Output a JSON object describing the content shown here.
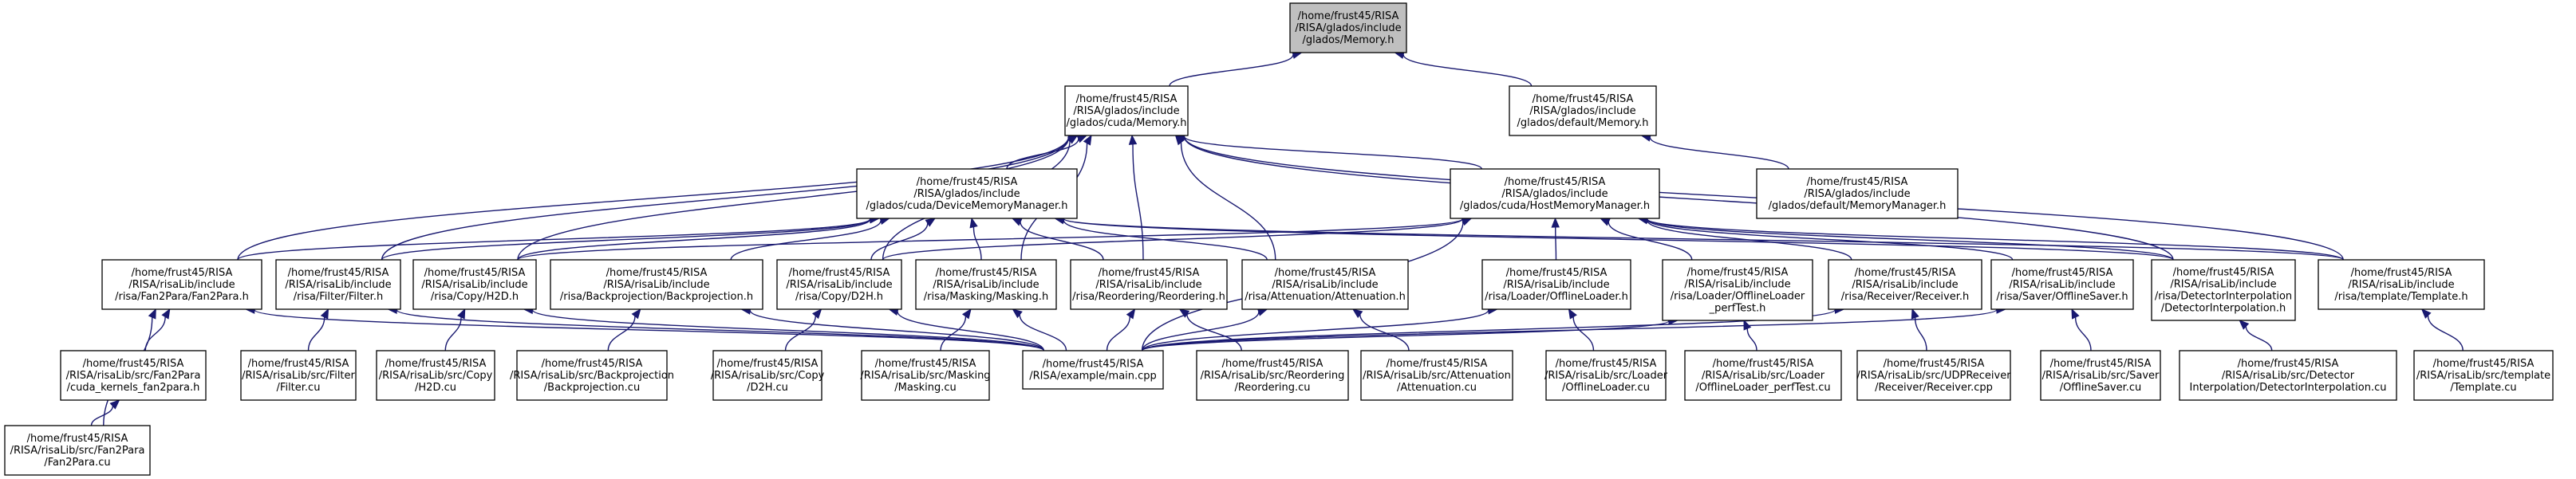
{
  "graph": {
    "title": "/home/frust45/RISA/RISA/glados/include/glados/Memory.h",
    "edge_color": "#191970",
    "root_fill": "#bfbfbf",
    "node_fill": "#ffffff",
    "nodes": [
      {
        "id": "memory_h",
        "lines": [
          "/home/frust45/RISA",
          "/RISA/glados/include",
          "/glados/Memory.h"
        ],
        "root": true
      },
      {
        "id": "cuda_memory_h",
        "lines": [
          "/home/frust45/RISA",
          "/RISA/glados/include",
          "/glados/cuda/Memory.h"
        ]
      },
      {
        "id": "default_memory_h",
        "lines": [
          "/home/frust45/RISA",
          "/RISA/glados/include",
          "/glados/default/Memory.h"
        ]
      },
      {
        "id": "device_mm_h",
        "lines": [
          "/home/frust45/RISA",
          "/RISA/glados/include",
          "/glados/cuda/DeviceMemoryManager.h"
        ]
      },
      {
        "id": "host_mm_h",
        "lines": [
          "/home/frust45/RISA",
          "/RISA/glados/include",
          "/glados/cuda/HostMemoryManager.h"
        ]
      },
      {
        "id": "default_mm_h",
        "lines": [
          "/home/frust45/RISA",
          "/RISA/glados/include",
          "/glados/default/MemoryManager.h"
        ]
      },
      {
        "id": "fan2para_h",
        "lines": [
          "/home/frust45/RISA",
          "/RISA/risaLib/include",
          "/risa/Fan2Para/Fan2Para.h"
        ]
      },
      {
        "id": "filter_h",
        "lines": [
          "/home/frust45/RISA",
          "/RISA/risaLib/include",
          "/risa/Filter/Filter.h"
        ]
      },
      {
        "id": "h2d_h",
        "lines": [
          "/home/frust45/RISA",
          "/RISA/risaLib/include",
          "/risa/Copy/H2D.h"
        ]
      },
      {
        "id": "backproj_h",
        "lines": [
          "/home/frust45/RISA",
          "/RISA/risaLib/include",
          "/risa/Backprojection/Backprojection.h"
        ]
      },
      {
        "id": "d2h_h",
        "lines": [
          "/home/frust45/RISA",
          "/RISA/risaLib/include",
          "/risa/Copy/D2H.h"
        ]
      },
      {
        "id": "masking_h",
        "lines": [
          "/home/frust45/RISA",
          "/RISA/risaLib/include",
          "/risa/Masking/Masking.h"
        ]
      },
      {
        "id": "reordering_h",
        "lines": [
          "/home/frust45/RISA",
          "/RISA/risaLib/include",
          "/risa/Reordering/Reordering.h"
        ]
      },
      {
        "id": "attenuation_h",
        "lines": [
          "/home/frust45/RISA",
          "/RISA/risaLib/include",
          "/risa/Attenuation/Attenuation.h"
        ]
      },
      {
        "id": "offlineloader_h",
        "lines": [
          "/home/frust45/RISA",
          "/RISA/risaLib/include",
          "/risa/Loader/OfflineLoader.h"
        ]
      },
      {
        "id": "offlineloader_perf_h",
        "lines": [
          "/home/frust45/RISA",
          "/RISA/risaLib/include",
          "/risa/Loader/OfflineLoader",
          "_perfTest.h"
        ]
      },
      {
        "id": "receiver_h",
        "lines": [
          "/home/frust45/RISA",
          "/RISA/risaLib/include",
          "/risa/Receiver/Receiver.h"
        ]
      },
      {
        "id": "offlinesaver_h",
        "lines": [
          "/home/frust45/RISA",
          "/RISA/risaLib/include",
          "/risa/Saver/OfflineSaver.h"
        ]
      },
      {
        "id": "detinterp_h",
        "lines": [
          "/home/frust45/RISA",
          "/RISA/risaLib/include",
          "/risa/DetectorInterpolation",
          "/DetectorInterpolation.h"
        ]
      },
      {
        "id": "template_h",
        "lines": [
          "/home/frust45/RISA",
          "/RISA/risaLib/include",
          "/risa/template/Template.h"
        ]
      },
      {
        "id": "fan2para_kernels_h",
        "lines": [
          "/home/frust45/RISA",
          "/RISA/risaLib/src/Fan2Para",
          "/cuda_kernels_fan2para.h"
        ]
      },
      {
        "id": "filter_cu",
        "lines": [
          "/home/frust45/RISA",
          "/RISA/risaLib/src/Filter",
          "/Filter.cu"
        ]
      },
      {
        "id": "h2d_cu",
        "lines": [
          "/home/frust45/RISA",
          "/RISA/risaLib/src/Copy",
          "/H2D.cu"
        ]
      },
      {
        "id": "backproj_cu",
        "lines": [
          "/home/frust45/RISA",
          "/RISA/risaLib/src/Backprojection",
          "/Backprojection.cu"
        ]
      },
      {
        "id": "d2h_cu",
        "lines": [
          "/home/frust45/RISA",
          "/RISA/risaLib/src/Copy",
          "/D2H.cu"
        ]
      },
      {
        "id": "masking_cu",
        "lines": [
          "/home/frust45/RISA",
          "/RISA/risaLib/src/Masking",
          "/Masking.cu"
        ]
      },
      {
        "id": "main_cpp",
        "lines": [
          "/home/frust45/RISA",
          "/RISA/example/main.cpp"
        ]
      },
      {
        "id": "reordering_cu",
        "lines": [
          "/home/frust45/RISA",
          "/RISA/risaLib/src/Reordering",
          "/Reordering.cu"
        ]
      },
      {
        "id": "attenuation_cu",
        "lines": [
          "/home/frust45/RISA",
          "/RISA/risaLib/src/Attenuation",
          "/Attenuation.cu"
        ]
      },
      {
        "id": "offlineloader_cu",
        "lines": [
          "/home/frust45/RISA",
          "/RISA/risaLib/src/Loader",
          "/OfflineLoader.cu"
        ]
      },
      {
        "id": "offlineloader_perf_cu",
        "lines": [
          "/home/frust45/RISA",
          "/RISA/risaLib/src/Loader",
          "/OfflineLoader_perfTest.cu"
        ]
      },
      {
        "id": "receiver_cpp",
        "lines": [
          "/home/frust45/RISA",
          "/RISA/risaLib/src/UDPReceiver",
          "/Receiver/Receiver.cpp"
        ]
      },
      {
        "id": "offlinesaver_cu",
        "lines": [
          "/home/frust45/RISA",
          "/RISA/risaLib/src/Saver",
          "/OfflineSaver.cu"
        ]
      },
      {
        "id": "detinterp_cu",
        "lines": [
          "/home/frust45/RISA",
          "/RISA/risaLib/src/Detector",
          "Interpolation/DetectorInterpolation.cu"
        ]
      },
      {
        "id": "template_cu",
        "lines": [
          "/home/frust45/RISA",
          "/RISA/risaLib/src/template",
          "/Template.cu"
        ]
      },
      {
        "id": "fan2para_cu",
        "lines": [
          "/home/frust45/RISA",
          "/RISA/risaLib/src/Fan2Para",
          "/Fan2Para.cu"
        ]
      }
    ],
    "edges": [
      [
        "cuda_memory_h",
        "memory_h"
      ],
      [
        "default_memory_h",
        "memory_h"
      ],
      [
        "device_mm_h",
        "cuda_memory_h"
      ],
      [
        "host_mm_h",
        "cuda_memory_h"
      ],
      [
        "fan2para_h",
        "cuda_memory_h"
      ],
      [
        "filter_h",
        "cuda_memory_h"
      ],
      [
        "h2d_h",
        "cuda_memory_h"
      ],
      [
        "d2h_h",
        "cuda_memory_h"
      ],
      [
        "masking_h",
        "cuda_memory_h"
      ],
      [
        "reordering_h",
        "cuda_memory_h"
      ],
      [
        "attenuation_h",
        "cuda_memory_h"
      ],
      [
        "detinterp_h",
        "cuda_memory_h"
      ],
      [
        "template_h",
        "cuda_memory_h"
      ],
      [
        "default_mm_h",
        "default_memory_h"
      ],
      [
        "fan2para_h",
        "device_mm_h"
      ],
      [
        "filter_h",
        "device_mm_h"
      ],
      [
        "h2d_h",
        "device_mm_h"
      ],
      [
        "backproj_h",
        "device_mm_h"
      ],
      [
        "d2h_h",
        "device_mm_h"
      ],
      [
        "masking_h",
        "device_mm_h"
      ],
      [
        "reordering_h",
        "device_mm_h"
      ],
      [
        "attenuation_h",
        "device_mm_h"
      ],
      [
        "detinterp_h",
        "device_mm_h"
      ],
      [
        "template_h",
        "device_mm_h"
      ],
      [
        "h2d_h",
        "host_mm_h"
      ],
      [
        "d2h_h",
        "host_mm_h"
      ],
      [
        "offlineloader_h",
        "host_mm_h"
      ],
      [
        "offlineloader_perf_h",
        "host_mm_h"
      ],
      [
        "receiver_h",
        "host_mm_h"
      ],
      [
        "offlinesaver_h",
        "host_mm_h"
      ],
      [
        "detinterp_h",
        "host_mm_h"
      ],
      [
        "template_h",
        "host_mm_h"
      ],
      [
        "main_cpp",
        "host_mm_h"
      ],
      [
        "fan2para_kernels_h",
        "fan2para_h"
      ],
      [
        "fan2para_cu",
        "fan2para_h"
      ],
      [
        "main_cpp",
        "fan2para_h"
      ],
      [
        "fan2para_cu",
        "fan2para_kernels_h"
      ],
      [
        "filter_cu",
        "filter_h"
      ],
      [
        "main_cpp",
        "filter_h"
      ],
      [
        "h2d_cu",
        "h2d_h"
      ],
      [
        "main_cpp",
        "h2d_h"
      ],
      [
        "backproj_cu",
        "backproj_h"
      ],
      [
        "main_cpp",
        "backproj_h"
      ],
      [
        "d2h_cu",
        "d2h_h"
      ],
      [
        "main_cpp",
        "d2h_h"
      ],
      [
        "masking_cu",
        "masking_h"
      ],
      [
        "main_cpp",
        "masking_h"
      ],
      [
        "reordering_cu",
        "reordering_h"
      ],
      [
        "main_cpp",
        "reordering_h"
      ],
      [
        "attenuation_cu",
        "attenuation_h"
      ],
      [
        "main_cpp",
        "attenuation_h"
      ],
      [
        "offlineloader_cu",
        "offlineloader_h"
      ],
      [
        "main_cpp",
        "offlineloader_h"
      ],
      [
        "offlineloader_perf_cu",
        "offlineloader_perf_h"
      ],
      [
        "main_cpp",
        "offlineloader_perf_h"
      ],
      [
        "receiver_cpp",
        "receiver_h"
      ],
      [
        "main_cpp",
        "receiver_h"
      ],
      [
        "offlinesaver_cu",
        "offlinesaver_h"
      ],
      [
        "main_cpp",
        "offlinesaver_h"
      ],
      [
        "detinterp_cu",
        "detinterp_h"
      ],
      [
        "template_cu",
        "template_h"
      ]
    ]
  }
}
